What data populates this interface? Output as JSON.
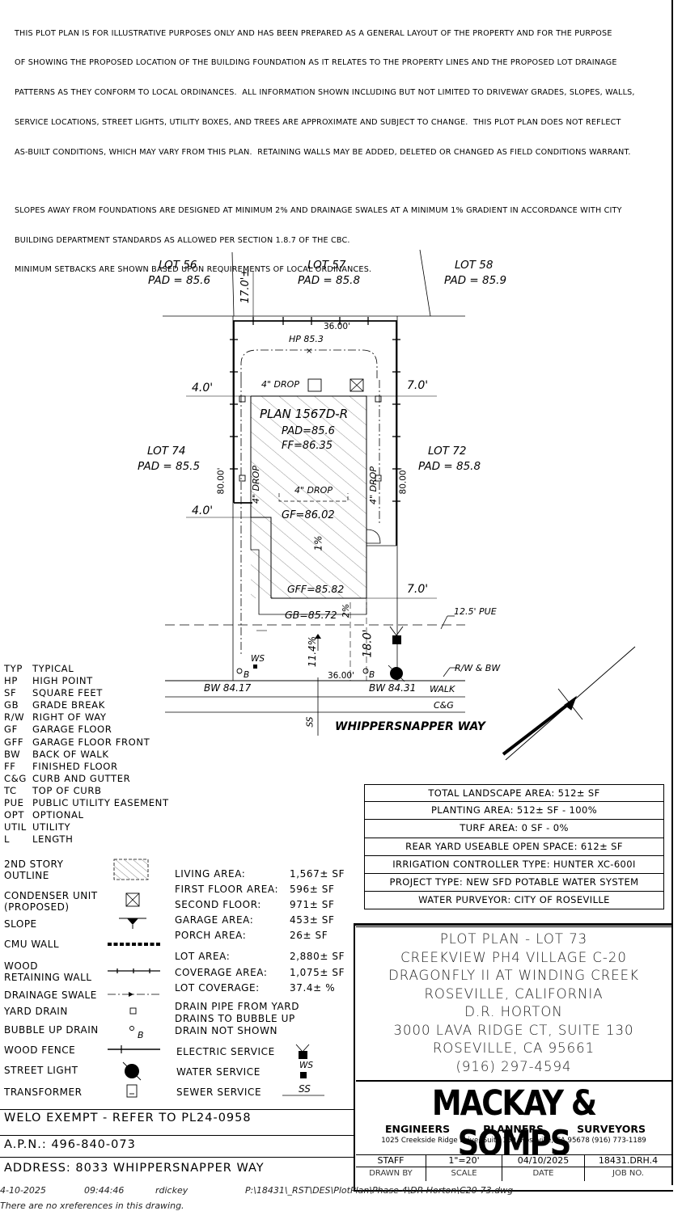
{
  "notes": [
    "THIS PLOT PLAN IS FOR ILLUSTRATIVE PURPOSES ONLY AND HAS BEEN PREPARED AS A GENERAL LAYOUT OF THE PROPERTY AND FOR THE PURPOSE",
    "OF SHOWING THE PROPOSED LOCATION OF THE BUILDING FOUNDATION AS IT RELATES TO THE PROPERTY LINES AND THE PROPOSED LOT DRAINAGE",
    "PATTERNS AS THEY CONFORM TO LOCAL ORDINANCES.  ALL INFORMATION SHOWN INCLUDING BUT NOT LIMITED TO DRIVEWAY GRADES, SLOPES, WALLS,",
    "SERVICE LOCATIONS, STREET LIGHTS, UTILITY BOXES, AND TREES ARE APPROXIMATE AND SUBJECT TO CHANGE.  THIS PLOT PLAN DOES NOT REFLECT",
    "AS-BUILT CONDITIONS, WHICH MAY VARY FROM THIS PLAN.  RETAINING WALLS MAY BE ADDED, DELETED OR CHANGED AS FIELD CONDITIONS WARRANT.",
    "",
    "SLOPES AWAY FROM FOUNDATIONS ARE DESIGNED AT MINIMUM 2% AND DRAINAGE SWALES AT A MINIMUM 1% GRADIENT IN ACCORDANCE WITH CITY",
    "BUILDING DEPARTMENT STANDARDS AS ALLOWED PER SECTION 1.8.7 OF THE CBC.",
    "MINIMUM SETBACKS ARE SHOWN BASED UPON REQUIREMENTS OF LOCAL ORDINANCES."
  ],
  "plan": {
    "lot56": "LOT 56",
    "lot56_pad": "PAD = 85.6",
    "lot57": "LOT 57",
    "lot57_pad": "PAD = 85.8",
    "lot58": "LOT 58",
    "lot58_pad": "PAD = 85.9",
    "lot74": "LOT 74",
    "lot74_pad": "PAD = 85.5",
    "lot72": "LOT 72",
    "lot72_pad": "PAD = 85.8",
    "setback_rear": "17.0'±",
    "width_top": "36.00'",
    "width_bottom": "36.00'",
    "hp": "HP 85.3",
    "drop_rear": "4\" DROP",
    "drop_left": "4\" DROP",
    "drop_right": "4\" DROP",
    "drop_mid": "4\" DROP",
    "side_left_upper": "4.0'",
    "side_left_lower": "4.0'",
    "side_right_upper": "7.0'",
    "side_right_lower": "7.0'",
    "plan_name": "PLAN 1567D-R",
    "pad": "PAD=85.6",
    "ff": "FF=86.35",
    "gf": "GF=86.02",
    "slope_1": "1%",
    "gff": "GFF=85.82",
    "gb": "GB=85.72",
    "slope_2": "2%",
    "depth_left": "80.00'",
    "depth_right": "80.00'",
    "pue": "12.5' PUE",
    "front_setback": "18.0'",
    "driveway_slope": "11.4%",
    "ws": "WS",
    "b_left": "B",
    "b_right": "B",
    "bw_left": "BW 84.17",
    "bw_right": "BW 84.31",
    "rw_bw": "R/W & BW",
    "walk": "WALK",
    "cg": "C&G",
    "ss": "SS",
    "street": "WHIPPERSNAPPER  WAY"
  },
  "abbreviations": [
    {
      "k": "TYP",
      "v": "TYPICAL"
    },
    {
      "k": "HP",
      "v": "HIGH POINT"
    },
    {
      "k": "SF",
      "v": "SQUARE FEET"
    },
    {
      "k": "GB",
      "v": "GRADE BREAK"
    },
    {
      "k": "R/W",
      "v": "RIGHT OF WAY"
    },
    {
      "k": "GF",
      "v": "GARAGE FLOOR"
    },
    {
      "k": "GFF",
      "v": "GARAGE FLOOR FRONT"
    },
    {
      "k": "BW",
      "v": "BACK OF WALK"
    },
    {
      "k": "FF",
      "v": "FINISHED FLOOR"
    },
    {
      "k": "C&G",
      "v": "CURB AND GUTTER"
    },
    {
      "k": "TC",
      "v": "TOP OF CURB"
    },
    {
      "k": "PUE",
      "v": "PUBLIC UTILITY EASEMENT"
    },
    {
      "k": "OPT",
      "v": "OPTIONAL"
    },
    {
      "k": "UTIL",
      "v": "UTILITY"
    },
    {
      "k": "L",
      "v": "LENGTH"
    }
  ],
  "symbols": {
    "second_story": "2ND STORY\nOUTLINE",
    "condenser": "CONDENSER UNIT\n(PROPOSED)",
    "slope": "SLOPE",
    "cmu_wall": "CMU WALL",
    "wood_retaining": "WOOD\nRETAINING WALL",
    "drainage_swale": "DRAINAGE SWALE",
    "yard_drain": "YARD DRAIN",
    "bubble_up": "BUBBLE UP DRAIN",
    "bubble_b": "B",
    "wood_fence": "WOOD FENCE",
    "street_light": "STREET LIGHT",
    "transformer": "TRANSFORMER",
    "drain_pipe": "DRAIN PIPE FROM YARD\nDRAINS TO BUBBLE UP\nDRAIN NOT SHOWN",
    "electric": "ELECTRIC SERVICE",
    "water": "WATER SERVICE",
    "water_ws": "WS",
    "sewer": "SEWER SERVICE",
    "sewer_ss": "SS"
  },
  "areas": [
    {
      "k": "LIVING AREA:",
      "v": "1,567± SF"
    },
    {
      "k": "FIRST FLOOR AREA:",
      "v": "596± SF"
    },
    {
      "k": "SECOND FLOOR:",
      "v": "971± SF"
    },
    {
      "k": "GARAGE AREA:",
      "v": "453± SF"
    },
    {
      "k": "PORCH AREA:",
      "v": "26± SF"
    }
  ],
  "lot_areas": [
    {
      "k": "LOT AREA:",
      "v": "2,880± SF"
    },
    {
      "k": "COVERAGE AREA:",
      "v": "1,075± SF"
    },
    {
      "k": "LOT COVERAGE:",
      "v": "37.4± %"
    }
  ],
  "landscape": [
    "TOTAL LANDSCAPE AREA: 512± SF",
    "PLANTING AREA: 512± SF - 100%",
    "TURF AREA: 0 SF - 0%",
    "REAR YARD USEABLE OPEN SPACE: 612± SF",
    "IRRIGATION CONTROLLER TYPE: HUNTER XC-600I",
    "PROJECT TYPE: NEW SFD POTABLE WATER SYSTEM",
    "WATER PURVEYOR: CITY OF ROSEVILLE"
  ],
  "title": [
    "PLOT PLAN - LOT 73",
    "CREEKVIEW PH4 VILLAGE C-20",
    "DRAGONFLY II AT WINDING CREEK",
    "ROSEVILLE, CALIFORNIA",
    "D.R. HORTON",
    "3000 LAVA RIDGE CT, SUITE 130",
    "ROSEVILLE, CA 95661",
    "(916) 297-4594"
  ],
  "firm": {
    "name": "MACKAY & SOMPS",
    "sub1": "ENGINEERS",
    "sub2": "PLANNERS",
    "sub3": "SURVEYORS",
    "address": "1025 Creekside Ridge Drive, Suite 150, Roseville, CA 95678  (916) 773-1189"
  },
  "welo": "WELO EXEMPT - REFER TO PL24-0958",
  "apn": "A.P.N.: 496-840-073",
  "address": "ADDRESS: 8033 WHIPPERSNAPPER WAY",
  "footer_cells": [
    {
      "val": "STAFF",
      "lbl": "DRAWN BY"
    },
    {
      "val": "1\"=20'",
      "lbl": "SCALE"
    },
    {
      "val": "04/10/2025",
      "lbl": "DATE"
    },
    {
      "val": "18431.DRH.4",
      "lbl": "JOB NO."
    }
  ],
  "stamp": {
    "date": "4-10-2025",
    "time": "09:44:46",
    "user": "rdickey",
    "path": "P:\\18431\\_RST\\DES\\PlotPlan\\Phase 4\\DR Horton\\C20-73.dwg",
    "xref": "There are no xreferences in this drawing."
  }
}
